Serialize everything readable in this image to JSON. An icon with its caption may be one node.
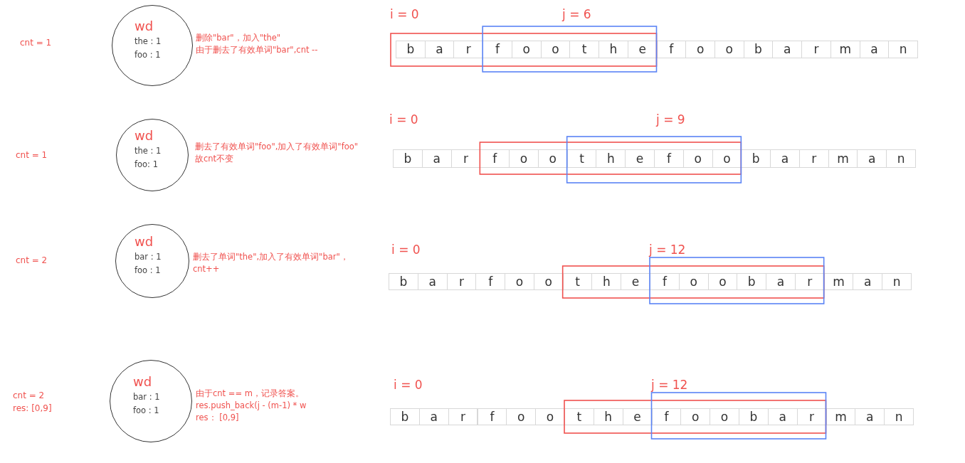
{
  "diagram": {
    "nodes": [
      {
        "text": [
          "wd",
          "the : 1",
          "foo : 1"
        ],
        "beside": [
          "删除\"bar\"，加入\"the\"",
          "由于删去了有效单词\"bar\",cnt --"
        ]
      },
      {
        "text": [
          "wd",
          "the : 1",
          "foo: 1"
        ],
        "beside": [
          "删去了有效单词\"foo\",加入了有效单词\"foo\"",
          "故cnt不变"
        ]
      },
      {
        "text": [
          "wd",
          "bar : 1",
          "foo : 1"
        ],
        "beside": [
          "删去了单词\"the\",加入了有效单词\"bar\"，",
          "cnt++"
        ]
      },
      {
        "text": [
          "wd",
          "bar : 1",
          "foo : 1"
        ],
        "beside": [
          "由于cnt == m，记录答案。",
          "res.push_back(j - (m-1) * w",
          "res：  [0,9]"
        ]
      }
    ],
    "edges": [],
    "labels": [
      "cnt = 1",
      "i = 0",
      "j = 6",
      "b",
      "a",
      "r",
      "f",
      "o",
      "o",
      "t",
      "h",
      "e",
      "f",
      "o",
      "o",
      "b",
      "a",
      "r",
      "m",
      "a",
      "n",
      "cnt = 1",
      "i = 0",
      "j = 9",
      "b",
      "a",
      "r",
      "f",
      "o",
      "o",
      "t",
      "h",
      "e",
      "f",
      "o",
      "o",
      "b",
      "a",
      "r",
      "m",
      "a",
      "n",
      "cnt = 2",
      "i = 0",
      "j = 12",
      "b",
      "a",
      "r",
      "f",
      "o",
      "o",
      "t",
      "h",
      "e",
      "f",
      "o",
      "o",
      "b",
      "a",
      "r",
      "m",
      "a",
      "n",
      "cnt = 2",
      "res: [0,9]",
      "i = 0",
      "j = 12",
      "b",
      "a",
      "r",
      "f",
      "o",
      "o",
      "t",
      "h",
      "e",
      "f",
      "o",
      "o",
      "b",
      "a",
      "r",
      "m",
      "a",
      "n"
    ]
  }
}
